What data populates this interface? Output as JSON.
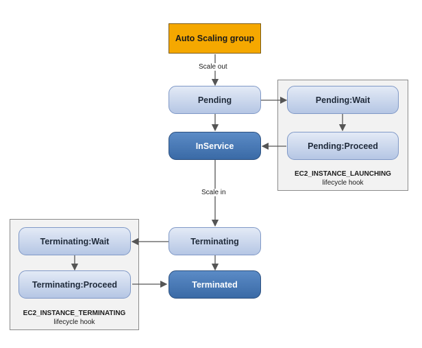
{
  "nodes": {
    "asg": "Auto Scaling group",
    "pending": "Pending",
    "pending_wait": "Pending:Wait",
    "pending_proceed": "Pending:Proceed",
    "inservice": "InService",
    "terminating": "Terminating",
    "terminating_wait": "Terminating:Wait",
    "terminating_proceed": "Terminating:Proceed",
    "terminated": "Terminated"
  },
  "edges": {
    "scale_out": "Scale out",
    "scale_in": "Scale in"
  },
  "hooks": {
    "launch": {
      "event": "EC2_INSTANCE_LAUNCHING",
      "caption": "lifecycle hook"
    },
    "terminate": {
      "event": "EC2_INSTANCE_TERMINATING",
      "caption": "lifecycle hook"
    }
  },
  "colors": {
    "asg_fill": "#f5a800",
    "light_node": "#c9d6ed",
    "dark_node": "#4878b6",
    "hook_box": "#f2f2f2"
  }
}
